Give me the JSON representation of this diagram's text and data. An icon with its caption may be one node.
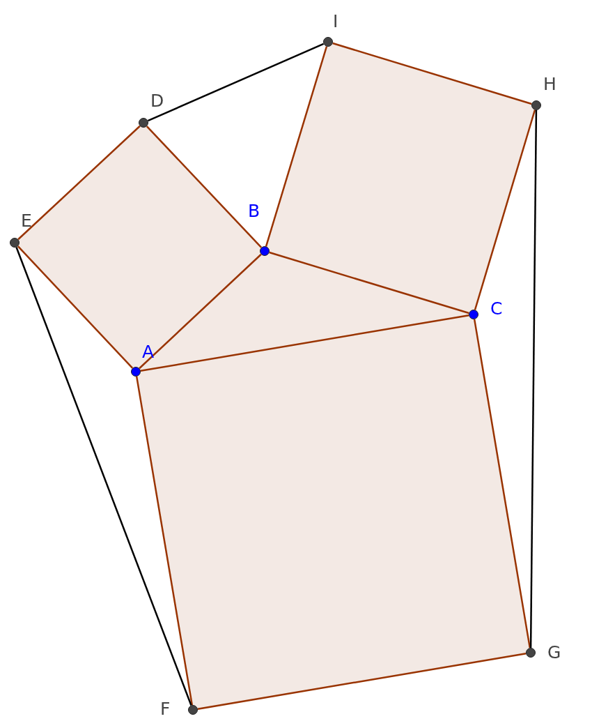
{
  "diagram": {
    "nodes": [
      {
        "text": [],
        "shape": "circle",
        "beside": [
          "A"
        ]
      },
      {
        "text": [],
        "shape": "circle",
        "beside": [
          "B"
        ]
      },
      {
        "text": [],
        "shape": "circle",
        "beside": [
          "C"
        ]
      },
      {
        "text": [],
        "shape": "circle",
        "beside": [
          "D"
        ]
      },
      {
        "text": [],
        "shape": "circle",
        "beside": [
          "E"
        ]
      },
      {
        "text": [],
        "shape": "circle",
        "beside": [
          "F"
        ]
      },
      {
        "text": [],
        "shape": "circle",
        "beside": [
          "G"
        ]
      },
      {
        "text": [],
        "shape": "circle",
        "beside": [
          "H"
        ]
      },
      {
        "text": [],
        "shape": "circle",
        "beside": [
          "I"
        ]
      }
    ],
    "edges": [
      {
        "from": 0,
        "to": 1,
        "arrow": "none"
      },
      {
        "from": 1,
        "to": 2,
        "arrow": "none"
      },
      {
        "from": 2,
        "to": 0,
        "arrow": "none"
      },
      {
        "from": 1,
        "to": 3,
        "arrow": "none"
      },
      {
        "from": 3,
        "to": 4,
        "arrow": "none"
      },
      {
        "from": 4,
        "to": 0,
        "arrow": "none"
      },
      {
        "from": 1,
        "to": 8,
        "arrow": "none"
      },
      {
        "from": 8,
        "to": 7,
        "arrow": "none"
      },
      {
        "from": 7,
        "to": 2,
        "arrow": "none"
      },
      {
        "from": 0,
        "to": 5,
        "arrow": "none"
      },
      {
        "from": 5,
        "to": 6,
        "arrow": "none"
      },
      {
        "from": 6,
        "to": 2,
        "arrow": "none"
      },
      {
        "from": 3,
        "to": 8,
        "arrow": "none",
        "color": "#000000"
      },
      {
        "from": 4,
        "to": 5,
        "arrow": "none",
        "color": "#000000"
      },
      {
        "from": 7,
        "to": 6,
        "arrow": "none",
        "color": "#000000"
      }
    ]
  }
}
